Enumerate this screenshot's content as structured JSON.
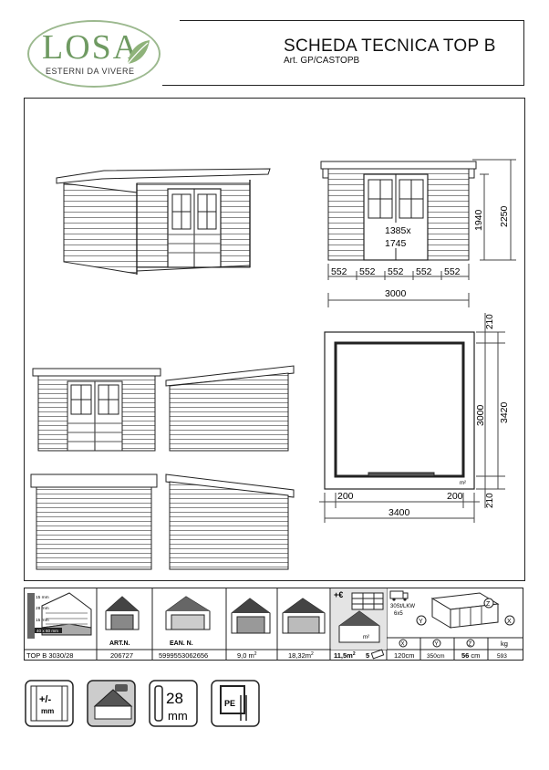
{
  "brand": {
    "name": "LOSA",
    "tagline": "ESTERNI DA VIVERE"
  },
  "header": {
    "title": "SCHEDA TECNICA TOP B",
    "article": "Art. GP/CASTOPB"
  },
  "front_elevation": {
    "door_size_w": "1385x",
    "door_size_h": "1745",
    "height_wall": "1940",
    "height_total": "2250",
    "segments": [
      "552",
      "552",
      "552",
      "552",
      "552"
    ],
    "width_total": "3000"
  },
  "plan": {
    "overhang_top": "210",
    "overhang_bottom": "210",
    "depth_inner": "3000",
    "depth_total": "3420",
    "overhang_left": "200",
    "overhang_right": "200",
    "width_total": "3400",
    "door_area": "m²"
  },
  "table": {
    "wall_labels": [
      "15 mm",
      "28 mm",
      "15 mm",
      "40 x 60 mm"
    ],
    "art_header": "ART.N.",
    "ean_header": "EAN. N.",
    "model": "TOP B 3030/28",
    "art_number": "206727",
    "ean_number": "5999553062656",
    "area_inner": "9,0 m",
    "area_inner_sup": "2",
    "area_outer": "18,32m",
    "area_outer_sup": "2",
    "roof_area": "11,5m",
    "roof_area_sup": "2",
    "roof_extra": "5",
    "roof_price_symbol": "+€",
    "roof_drawing_label": "m²",
    "truck_label": "30St/LKW",
    "truck_stack": "6x5",
    "axis_x": "X",
    "axis_y": "Y",
    "axis_z": "Z",
    "kg_header": "kg",
    "dim_x": "120cm",
    "dim_y": "350cm",
    "dim_z": "56",
    "dim_z_unit": "cm",
    "weight": "593"
  },
  "badges": {
    "tolerance_symbol": "+/-",
    "tolerance_unit": "mm",
    "thickness_value": "28",
    "thickness_unit": "mm",
    "pe_label": "PE"
  }
}
